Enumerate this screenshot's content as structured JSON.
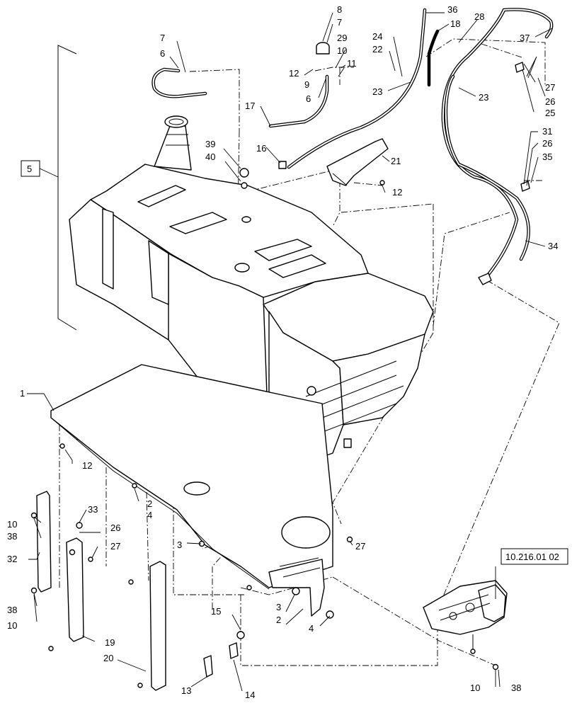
{
  "diagram": {
    "reference_boxes": {
      "tank_group": "5",
      "filter_section": "10.216.01 02"
    },
    "callouts": {
      "c1": "1",
      "c2a": "2",
      "c2b": "2",
      "c3a": "3",
      "c3b": "3",
      "c4a": "4",
      "c4b": "4",
      "c6a": "6",
      "c6b": "6",
      "c7a": "7",
      "c7b": "7",
      "c8": "8",
      "c9": "9",
      "c10a": "10",
      "c10b": "10",
      "c10c": "10",
      "c10d": "10",
      "c11": "11",
      "c12a": "12",
      "c12b": "12",
      "c12c": "12",
      "c13": "13",
      "c14": "14",
      "c15": "15",
      "c16": "16",
      "c17": "17",
      "c18": "18",
      "c19": "19",
      "c20": "20",
      "c21": "21",
      "c22": "22",
      "c23a": "23",
      "c23b": "23",
      "c24": "24",
      "c25": "25",
      "c26a": "26",
      "c26b": "26",
      "c26c": "26",
      "c27a": "27",
      "c27b": "27",
      "c27c": "27",
      "c28": "28",
      "c29": "29",
      "c31": "31",
      "c32": "32",
      "c33": "33",
      "c34": "34",
      "c35": "35",
      "c36": "36",
      "c37": "37",
      "c38a": "38",
      "c38b": "38",
      "c38c": "38",
      "c39": "39",
      "c40": "40"
    }
  }
}
